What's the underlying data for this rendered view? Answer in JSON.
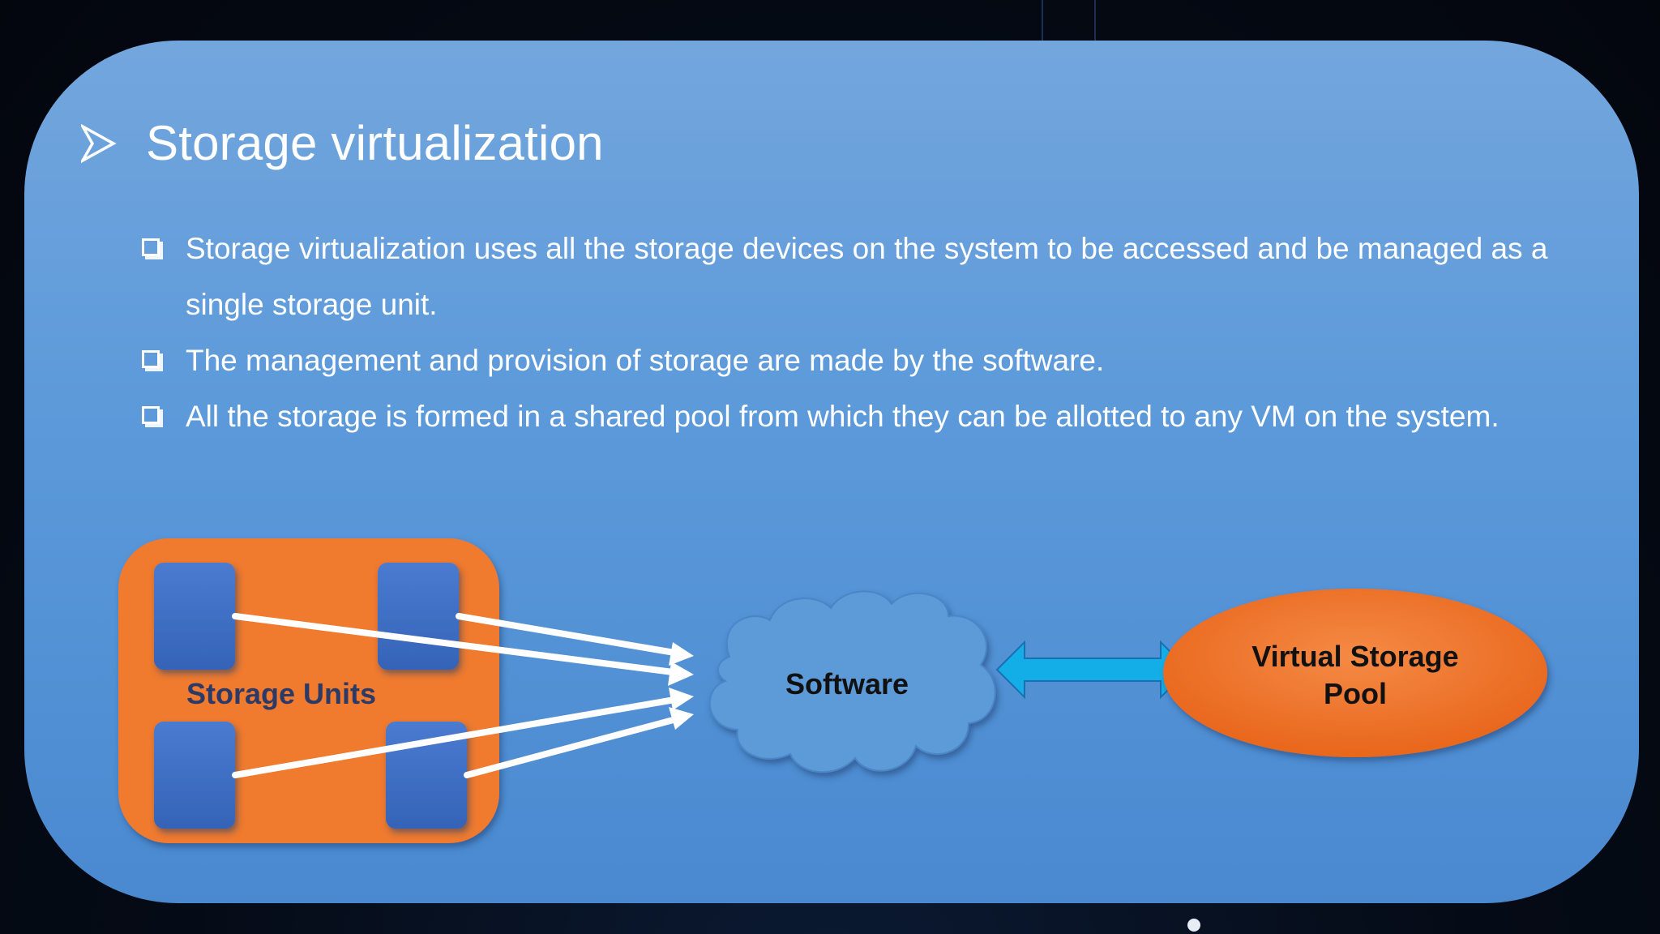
{
  "slide": {
    "title": "Storage virtualization",
    "bullets": [
      "Storage virtualization uses all the storage devices on the system to be accessed and be managed as a single storage unit.",
      "The management and provision of storage are made by the software.",
      "All the storage is formed in a shared pool from which they can be allotted to any VM on the system."
    ]
  },
  "diagram": {
    "storage_units_label": "Storage Units",
    "software_label": "Software",
    "pool_label_line1": "Virtual Storage",
    "pool_label_line2": "Pool"
  },
  "colors": {
    "panel": "#5b99da",
    "storage_container": "#f07a2e",
    "storage_unit": "#3f6fc3",
    "cloud": "#5d9ad8",
    "double_arrow": "#13aee8",
    "pool": "#f07a2e"
  }
}
